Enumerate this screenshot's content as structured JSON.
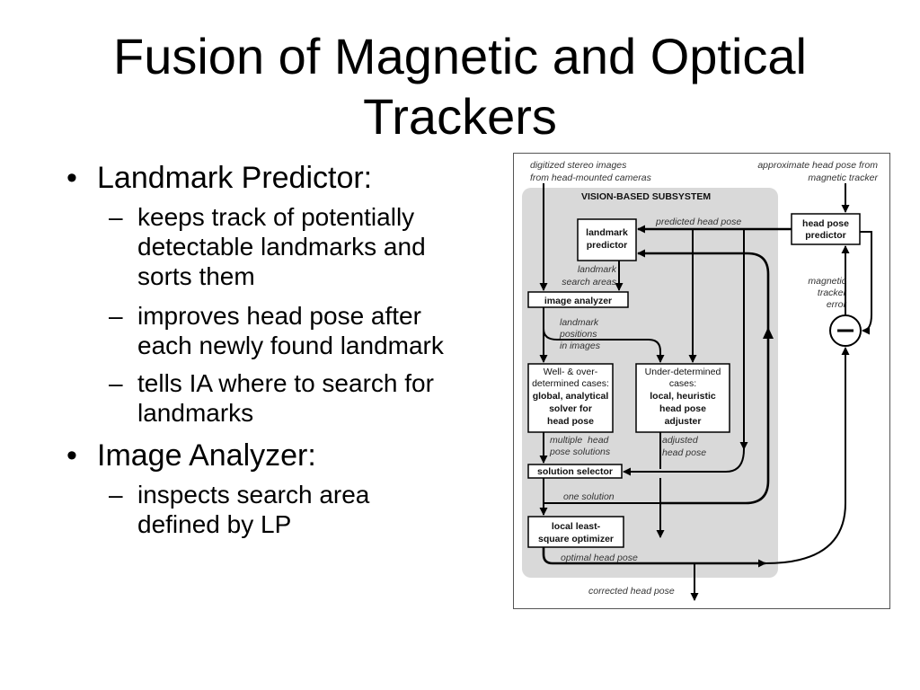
{
  "slide": {
    "title": "Fusion of Magnetic and Optical Trackers",
    "bullets": [
      {
        "text": "Landmark Predictor:",
        "subitems": [
          "keeps track of potentially\ndetectable landmarks and\nsorts them",
          "improves head pose after\neach newly found landmark",
          "tells IA where to search for\nlandmarks"
        ]
      },
      {
        "text": "Image Analyzer:",
        "subitems": [
          "inspects search area\ndefined by LP"
        ]
      }
    ]
  },
  "diagram": {
    "input_label": [
      "digitized stereo images",
      "from head-mounted cameras"
    ],
    "magnetic_input_label": [
      "approximate head pose from",
      "magnetic tracker"
    ],
    "subsystem_title": "VISION-BASED SUBSYSTEM",
    "landmark_predictor": [
      "landmark",
      "predictor"
    ],
    "head_pose_predictor": [
      "head pose",
      "predictor"
    ],
    "predicted_head_pose_label": "predicted head pose",
    "search_areas_label": [
      "landmark",
      "search areas"
    ],
    "image_analyzer": "image analyzer",
    "tracker_error_label": [
      "magnetic",
      "tracker",
      "error"
    ],
    "positions_label": [
      "landmark",
      "positions",
      "in images"
    ],
    "well_determined_box": {
      "heading": [
        "Well- & over-",
        "determined cases:"
      ],
      "body": [
        "global, analytical",
        "solver for",
        "head pose"
      ]
    },
    "under_determined_box": {
      "heading": [
        "Under-determined",
        "cases:"
      ],
      "body": [
        "local, heuristic",
        "head pose",
        "adjuster"
      ]
    },
    "multiple_solutions_label": [
      "multiple  head",
      "pose solutions"
    ],
    "adjusted_label": [
      "adjusted",
      "head pose"
    ],
    "solution_selector": "solution selector",
    "one_solution_label": "one solution",
    "optimizer": [
      "local least-",
      "square optimizer"
    ],
    "optimal_label": "optimal head pose",
    "corrected_label": "corrected head pose",
    "colors": {
      "subsystem_fill": "#d9d9d9",
      "frame": "#555555",
      "lines": "#000000"
    }
  }
}
